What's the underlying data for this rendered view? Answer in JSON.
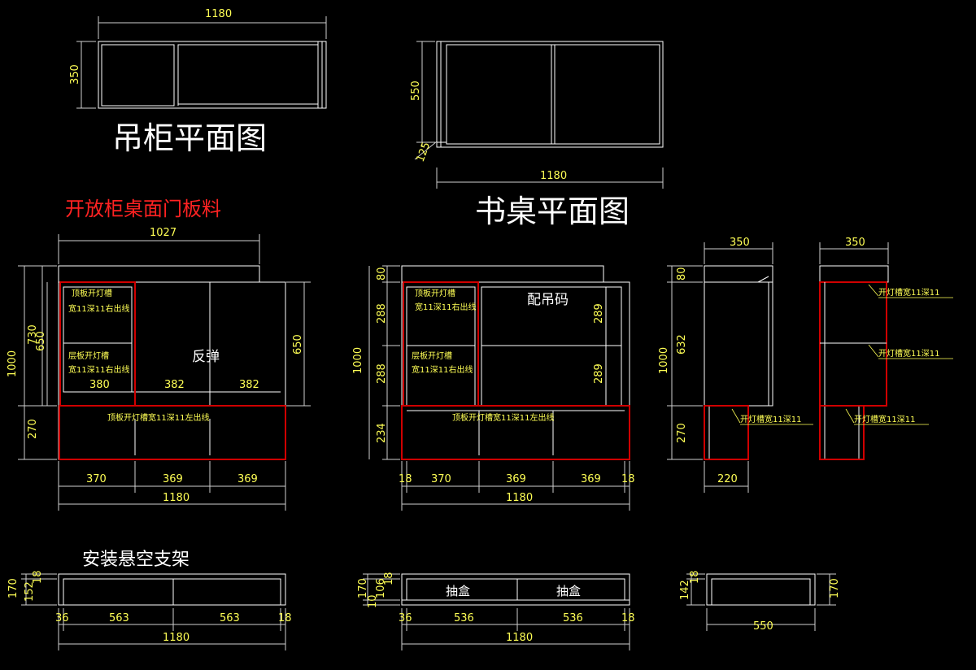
{
  "titles": {
    "wall_cabinet_plan": "吊柜平面图",
    "desk_plan": "书桌平面图",
    "material_heading": "开放柜桌面门板料",
    "install_note": "安装悬空支架"
  },
  "labels": {
    "rebound": "反弹",
    "hanging_code": "配吊码",
    "drawer_1": "抽盒",
    "drawer_2": "抽盒"
  },
  "notes": {
    "top_panel_slot_right_a": "顶板开灯槽",
    "top_panel_slot_right_b": "宽11深11右出线",
    "shelf_slot_right_a": "层板开灯槽",
    "shelf_slot_right_b": "宽11深11右出线",
    "top_panel_slot_left": "顶板开灯槽宽11深11左出线",
    "shelf_slot_right_a2": "层板开灯槽",
    "top_panel_slot_left_2": "顶板开灯槽宽11深11左出线",
    "slot_1": "开灯槽宽11深11",
    "slot_2": "开灯槽宽11深11",
    "slot_3": "开灯槽宽11深11",
    "slot_4": "开灯槽宽11深11"
  },
  "dims": {
    "wc_width": "1180",
    "wc_depth": "350",
    "desk_depth": "550",
    "desk_corner": "125",
    "desk_width": "1180",
    "e1_top": "1027",
    "e1_height": "1000",
    "e1_upper": "730",
    "e1_upper2": "650",
    "e1_right": "650",
    "e1_lower": "270",
    "e1_w1": "380",
    "e1_w2": "382",
    "e1_w3": "382",
    "e1_b1": "370",
    "e1_b2": "369",
    "e1_b3": "369",
    "e1_total": "1180",
    "e2_h_top": "80",
    "e2_h1": "288",
    "e2_h_total": "1000",
    "e2_h2": "288",
    "e2_h3": "234",
    "e2_r1": "289",
    "e2_r2": "289",
    "e2_l": "18",
    "e2_b1": "370",
    "e2_b2": "369",
    "e2_b3": "369",
    "e2_r": "18",
    "e2_total": "1180",
    "s1_w": "350",
    "s1_top": "80",
    "s1_total": "1000",
    "s1_mid": "632",
    "s1_low": "270",
    "s1_base": "220",
    "s2_w": "350",
    "d1_h": "170",
    "d1_h2": "152",
    "d1_h3": "18",
    "d1_l": "36",
    "d1_a": "563",
    "d1_b": "563",
    "d1_r": "18",
    "d1_total": "1180",
    "d2_h": "170",
    "d2_h2": "10",
    "d2_h3": "106",
    "d2_h4": "18",
    "d2_l": "36",
    "d2_a": "536",
    "d2_b": "536",
    "d2_r": "18",
    "d2_total": "1180",
    "d3_h": "142",
    "d3_h2": "18",
    "d3_r": "170",
    "d3_w": "550"
  }
}
